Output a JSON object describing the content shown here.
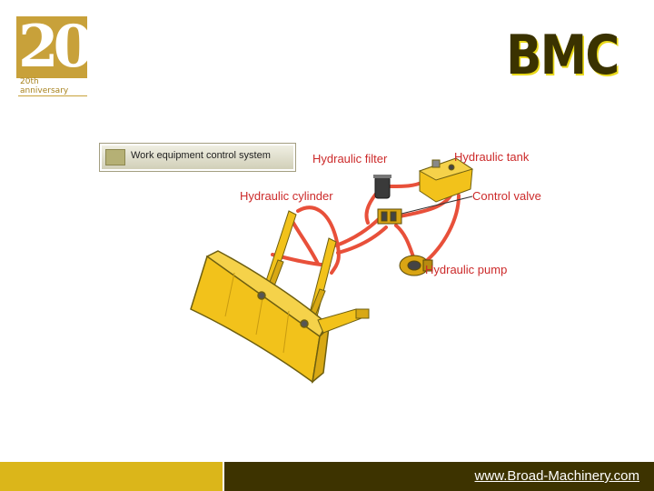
{
  "logo": {
    "number": "20",
    "tagline": "20th anniversary"
  },
  "brand": {
    "name": "BMC"
  },
  "diagram": {
    "title": "Work equipment control system",
    "labels": {
      "hydraulic_filter": "Hydraulic filter",
      "hydraulic_tank": "Hydraulic tank",
      "hydraulic_cylinder": "Hydraulic cylinder",
      "control_valve": "Control  valve",
      "hydraulic_pump": "Hydraulic pump"
    },
    "colors": {
      "blade": "#f2c21b",
      "hose": "#e8503a",
      "label": "#cc2a2a"
    }
  },
  "footer": {
    "url": "www.Broad-Machinery.com"
  },
  "colors": {
    "footer_gold": "#dbb61a",
    "footer_dark": "#3d3300",
    "logo_gold": "#c8a13a"
  }
}
